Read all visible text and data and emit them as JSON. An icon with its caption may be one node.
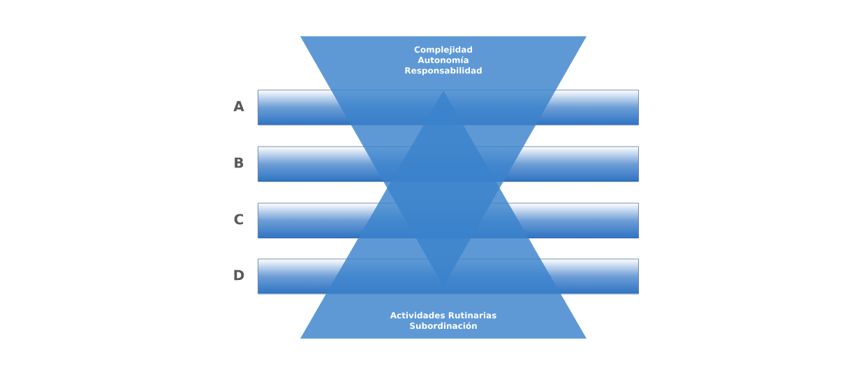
{
  "diagram": {
    "nodes": [
      {
        "text": [
          "Complejidad",
          "Autonomía",
          "Responsabilidad"
        ]
      },
      {
        "text": [],
        "shape": "bar",
        "beside": [
          "A"
        ]
      },
      {
        "text": [],
        "shape": "bar",
        "beside": [
          "B"
        ]
      },
      {
        "text": [],
        "shape": "bar",
        "beside": [
          "C"
        ]
      },
      {
        "text": [],
        "shape": "bar",
        "beside": [
          "D"
        ]
      },
      {
        "text": [
          "Actividades Rutinarias",
          "Subordinación"
        ]
      }
    ]
  }
}
